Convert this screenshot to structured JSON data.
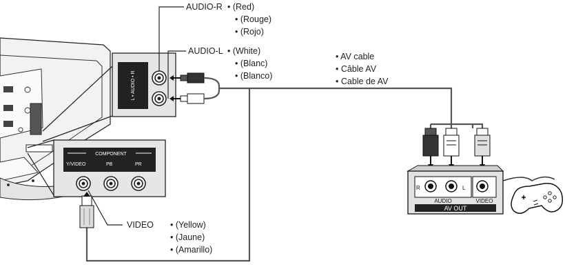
{
  "audio_r": {
    "name": "AUDIO-R",
    "colors": [
      "• (Red)",
      "• (Rouge)",
      "• (Rojo)"
    ]
  },
  "audio_l": {
    "name": "AUDIO-L",
    "colors": [
      "• (White)",
      "• (Blanc)",
      "• (Blanco)"
    ]
  },
  "video": {
    "name": "VIDEO",
    "colors": [
      "• (Yellow)",
      "• (Jaune)",
      "• (Amarillo)"
    ]
  },
  "av_cable": [
    "• AV cable",
    "• Câble AV",
    "• Cable de AV"
  ],
  "tv_panel": {
    "audio_vertical": "L • AUDIO • R",
    "component_title": "COMPONENT",
    "jack_labels": [
      "Y/VIDEO",
      "PB",
      "PR"
    ]
  },
  "device": {
    "r_mark": "R",
    "l_mark": "L",
    "audio": "AUDIO",
    "video": "VIDEO",
    "av_out": "AV OUT"
  }
}
